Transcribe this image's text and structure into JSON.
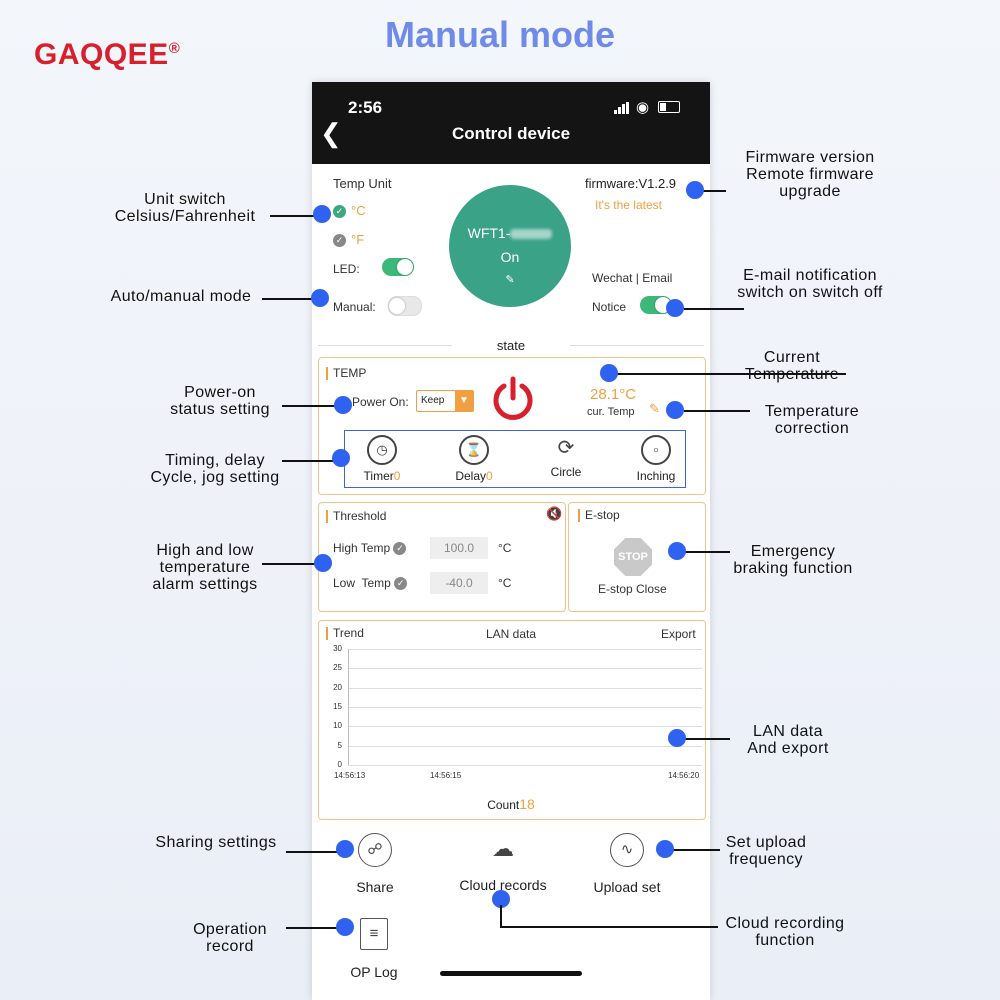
{
  "brand": {
    "name": "GAQQEE",
    "reg": "®"
  },
  "headline": "Manual mode",
  "status_bar": {
    "time": "2:56"
  },
  "nav": {
    "title": "Control device"
  },
  "device": {
    "temp_unit_label": "Temp Unit",
    "unit_c": "°C",
    "unit_f": "°F",
    "led_label": "LED:",
    "manual_label": "Manual:",
    "name_prefix": "WFT1-",
    "state": "On",
    "firmware": "firmware:V1.2.9",
    "firmware_status": "It's the latest",
    "wechat": "Wechat",
    "email": "Email",
    "notice_label": "Notice",
    "state_label": "state",
    "led_on": true,
    "manual_on": false,
    "notice_on": true
  },
  "temp_panel": {
    "title": "TEMP",
    "power_on_label": "Power On:",
    "power_on_value": "Keep",
    "current_temp": "28.1°C",
    "cur_temp_label": "cur. Temp",
    "modes": [
      {
        "label": "Timer",
        "count": "0",
        "icon": "alarm-clock-icon"
      },
      {
        "label": "Delay",
        "count": "0",
        "icon": "hourglass-icon"
      },
      {
        "label": "Circle",
        "count": "",
        "icon": "cycle-arrows-icon"
      },
      {
        "label": "Inching",
        "count": "",
        "icon": "lock-icon"
      }
    ]
  },
  "threshold": {
    "title": "Threshold",
    "high_label": "High Temp",
    "high_value": "100.0",
    "low_label": "Low  Temp",
    "low_value": "-40.0",
    "unit": "°C"
  },
  "estop": {
    "title": "E-stop",
    "sign": "STOP",
    "label": "E-stop Close"
  },
  "trend": {
    "title": "Trend",
    "center_label": "LAN data",
    "export": "Export",
    "count_label": "Count",
    "count_value": "18"
  },
  "chart_data": {
    "type": "line",
    "yticks": [
      "30",
      "25",
      "20",
      "15",
      "10",
      "5",
      "0"
    ],
    "xticks": [
      "14:56:13",
      "14:56:15",
      "14:56:20"
    ],
    "ylim": [
      0,
      30
    ],
    "series": []
  },
  "bottom": {
    "share": "Share",
    "cloud": "Cloud records",
    "upload": "Upload set",
    "oplog": "OP Log"
  },
  "annotations": {
    "unit_switch": "Unit switch\nCelsius/Fahrenheit",
    "auto_manual": "Auto/manual mode",
    "power_on": "Power-on\nstatus setting",
    "timing": "Timing, delay\nCycle, jog setting",
    "high_low": "High and low\ntemperature\nalarm settings",
    "sharing": "Sharing settings",
    "operation": "Operation\nrecord",
    "firmware": "Firmware version\nRemote firmware\nupgrade",
    "email": "E-mail notification\nswitch on switch off",
    "current_temp": "Current\nTemperature",
    "temp_correction": "Temperature\ncorrection",
    "emergency": "Emergency\nbraking function",
    "lan": "LAN data\nAnd export",
    "upload_freq": "Set upload\nfrequency",
    "cloud_rec": "Cloud recording\nfunction"
  },
  "colors": {
    "accent_blue": "#2f62f0",
    "brand_red": "#d8202c",
    "device_green": "#3aa287",
    "panel_orange": "#f0a040"
  }
}
